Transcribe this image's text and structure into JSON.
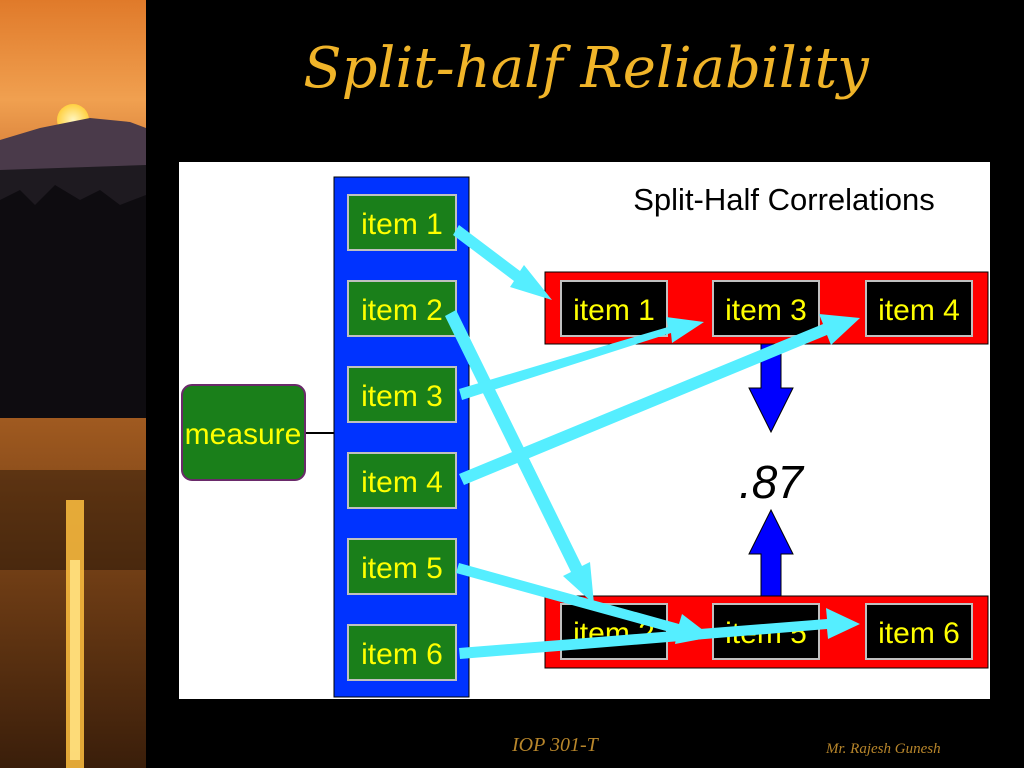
{
  "slide": {
    "title": "Split-half Reliability",
    "footer_left": "IOP 301-T",
    "footer_right": "Mr. Rajesh Gunesh"
  },
  "diagram": {
    "heading": "Split-Half Correlations",
    "measure_label": "measure",
    "items": [
      "item 1",
      "item 2",
      "item 3",
      "item 4",
      "item 5",
      "item 6"
    ],
    "half_a": [
      "item 1",
      "item 3",
      "item 4"
    ],
    "half_b": [
      "item 2",
      "item 5",
      "item 6"
    ],
    "correlation": ".87",
    "colors": {
      "item_box": "#1a7f1a",
      "item_text": "#ffff00",
      "column": "#0033ff",
      "half_bar": "#ff0000",
      "half_box": "#000000",
      "arrow": "#55eeff",
      "vertical_arrow": "#0000ff"
    }
  }
}
